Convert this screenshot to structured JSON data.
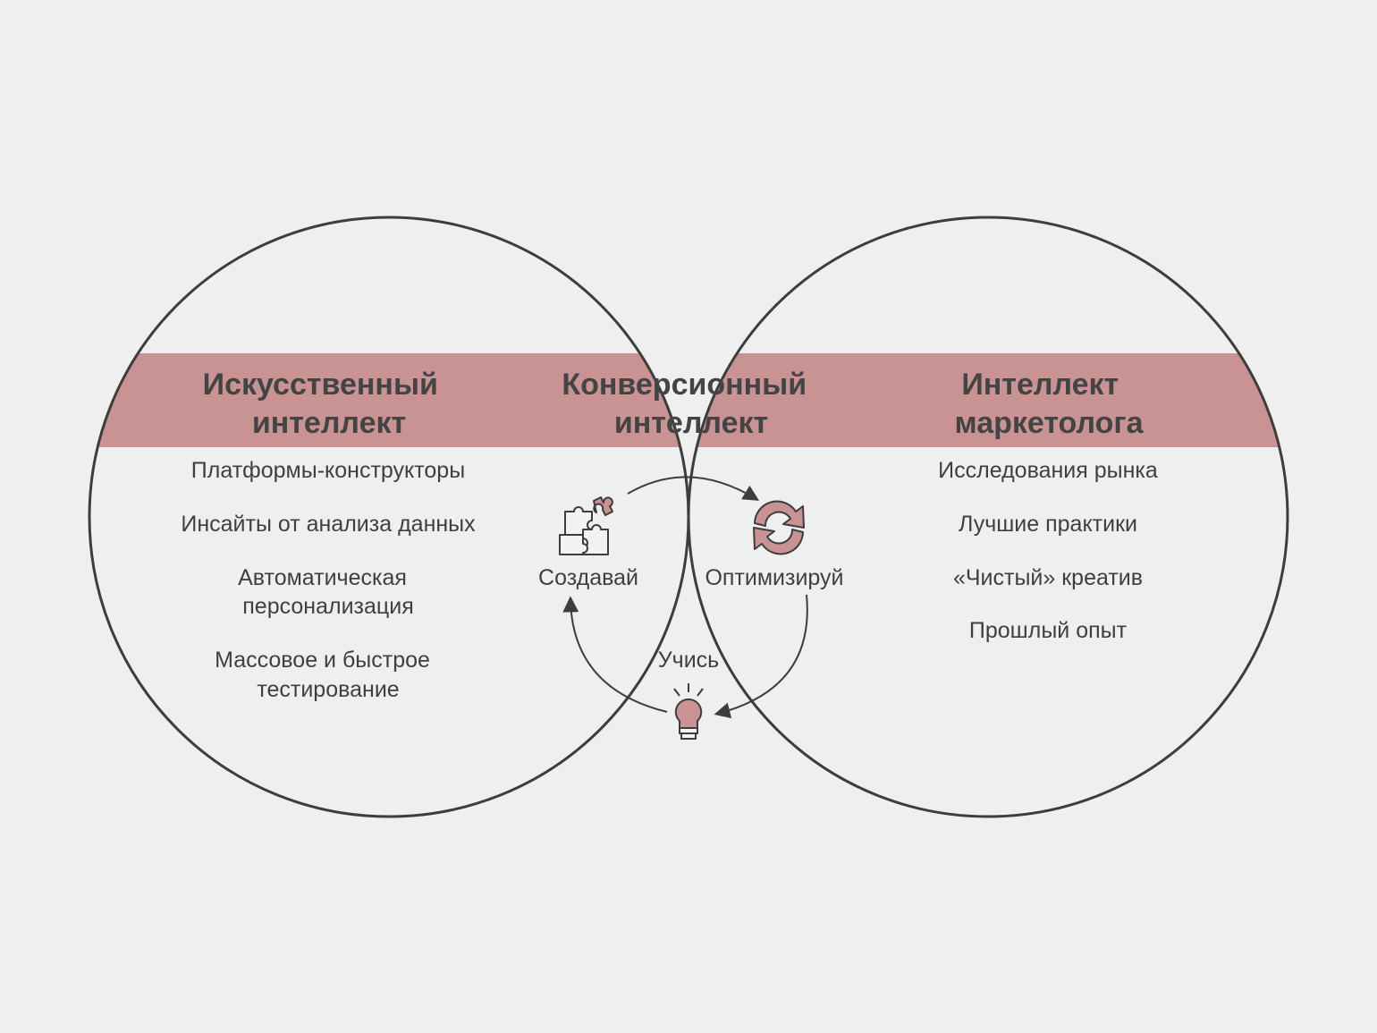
{
  "colors": {
    "background": "#efefef",
    "band": "#c99394",
    "intersection": "#cbcbcb",
    "outline": "#3d3d3d",
    "icon_accent": "#c99394"
  },
  "left": {
    "title": [
      "Искусственный",
      "интеллект"
    ],
    "items": [
      [
        "Платформы-конструкторы"
      ],
      [
        "Инсайты от анализа данных"
      ],
      [
        "Автоматическая",
        "персонализация"
      ],
      [
        "Массовое и быстрое",
        "тестирование"
      ]
    ]
  },
  "center": {
    "title": [
      "Конверсионный",
      "интеллект"
    ],
    "cycle": {
      "create": "Создавай",
      "optimize": "Оптимизируй",
      "learn": "Учись"
    },
    "icons": {
      "create": "puzzle-icon",
      "optimize": "refresh-icon",
      "learn": "lightbulb-icon"
    }
  },
  "right": {
    "title": [
      "Интеллект",
      "маркетолога"
    ],
    "items": [
      [
        "Исследования рынка"
      ],
      [
        "Лучшие практики"
      ],
      [
        "«Чистый» креатив"
      ],
      [
        "Прошлый опыт"
      ]
    ]
  }
}
